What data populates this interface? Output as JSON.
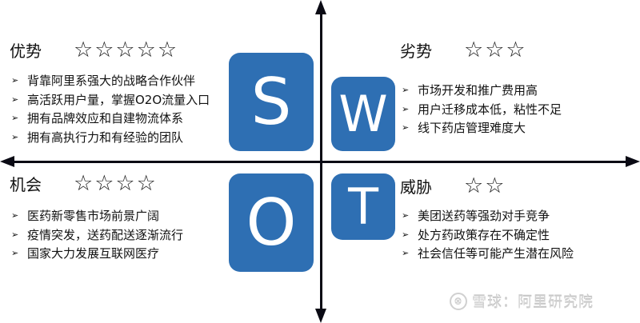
{
  "diagram": {
    "type": "SWOT",
    "tiles": {
      "s": "S",
      "w": "W",
      "o": "O",
      "t": "T"
    },
    "colors": {
      "tile": "#2e6fb3",
      "axis": "#0a0a14",
      "text": "#111111"
    }
  },
  "strengths": {
    "title": "优势",
    "stars": "☆☆☆☆☆",
    "star_count": 5,
    "items": [
      "背靠阿里系强大的战略合作伙伴",
      "高活跃用户量，掌握O2O流量入口",
      "拥有品牌效应和自建物流体系",
      "拥有高执行力和有经验的团队"
    ]
  },
  "weaknesses": {
    "title": "劣势",
    "stars": "☆☆☆",
    "star_count": 3,
    "items": [
      "市场开发和推广费用高",
      "用户迁移成本低，粘性不足",
      "线下药店管理难度大"
    ]
  },
  "opportunities": {
    "title": "机会",
    "stars": "☆☆☆☆",
    "star_count": 4,
    "items": [
      "医药新零售市场前景广阔",
      "疫情突发，送药配送逐渐流行",
      "国家大力发展互联网医疗"
    ]
  },
  "threats": {
    "title": "威胁",
    "stars": "☆☆",
    "star_count": 2,
    "items": [
      "美团送药等强劲对手竞争",
      "处方药政策存在不确定性",
      "社会信任等可能产生潜在风险"
    ]
  },
  "bullet_glyph": "➢",
  "watermark": {
    "logo": "⊗",
    "text": "雪球：阿里研究院"
  }
}
